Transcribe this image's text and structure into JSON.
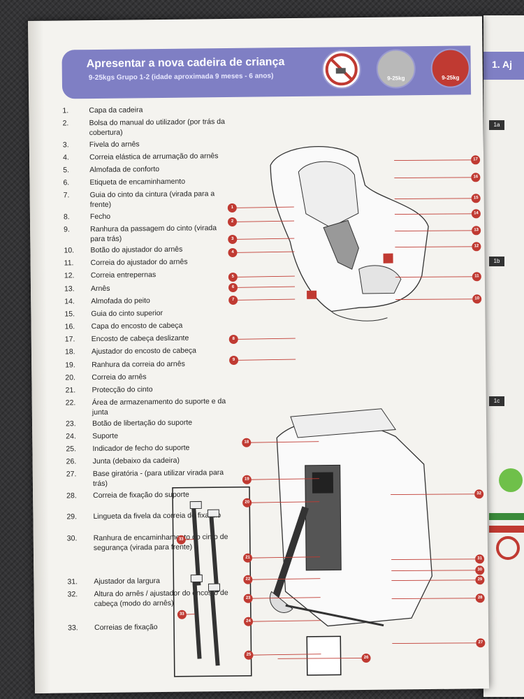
{
  "header": {
    "title": "Apresentar a nova cadeira de criança",
    "subtitle": "9-25kgs Grupo 1-2 (idade aproximada 9 meses - 6 anos)",
    "badges": [
      {
        "name": "no-airbag-icon",
        "label": ""
      },
      {
        "name": "forward-facing-car-icon",
        "label": "9-25kg"
      },
      {
        "name": "rear-facing-car-icon",
        "label": "9-25kg"
      }
    ]
  },
  "items": [
    {
      "num": "1.",
      "text": "Capa da cadeira"
    },
    {
      "num": "2.",
      "text": "Bolsa do manual do utilizador (por trás da cobertura)"
    },
    {
      "num": "3.",
      "text": "Fivela do arnês"
    },
    {
      "num": "4.",
      "text": "Correia elástica de arrumação do arnês"
    },
    {
      "num": "5.",
      "text": "Almofada de conforto"
    },
    {
      "num": "6.",
      "text": "Etiqueta de encaminhamento"
    },
    {
      "num": "7.",
      "text": "Guia do cinto da cintura (virada para a frente)"
    },
    {
      "num": "8.",
      "text": "Fecho"
    },
    {
      "num": "9.",
      "text": "Ranhura da passagem do cinto (virada para trás)"
    },
    {
      "num": "10.",
      "text": "Botão do ajustador do arnês"
    },
    {
      "num": "11.",
      "text": "Correia do ajustador do arnês"
    },
    {
      "num": "12.",
      "text": "Correia entrepernas"
    },
    {
      "num": "13.",
      "text": "Arnês"
    },
    {
      "num": "14.",
      "text": "Almofada do peito"
    },
    {
      "num": "15.",
      "text": "Guia do cinto superior"
    },
    {
      "num": "16.",
      "text": "Capa do encosto de cabeça"
    },
    {
      "num": "17.",
      "text": "Encosto de cabeça deslizante"
    },
    {
      "num": "18.",
      "text": "Ajustador do encosto de cabeça"
    },
    {
      "num": "19.",
      "text": "Ranhura da correia do arnês"
    },
    {
      "num": "20.",
      "text": "Correia do arnês"
    },
    {
      "num": "21.",
      "text": "Protecção do cinto"
    },
    {
      "num": "22.",
      "text": "Área de armazenamento do suporte e da junta"
    },
    {
      "num": "23.",
      "text": "Botão de libertação do suporte"
    },
    {
      "num": "24.",
      "text": "Suporte"
    },
    {
      "num": "25.",
      "text": "Indicador de fecho do suporte"
    },
    {
      "num": "26.",
      "text": "Junta (debaixo da cadeira)"
    },
    {
      "num": "27.",
      "text": "Base giratória - (para utilizar virada para trás)"
    },
    {
      "num": "28.",
      "text": "Correia de fixação do suporte"
    },
    {
      "num": "29.",
      "text": "Lingueta da fivela da correia de fixação"
    },
    {
      "num": "30.",
      "text": "Ranhura de encaminhamento do cinto de segurança (virada para frente)"
    },
    {
      "num": "31.",
      "text": "Ajustador da largura"
    },
    {
      "num": "32.",
      "text": "Altura do arnês / ajustador do encosto de cabeça (modo do arnês)"
    },
    {
      "num": "33.",
      "text": "Correias de fixação"
    }
  ],
  "callouts_top": [
    "1",
    "2",
    "3",
    "4",
    "5",
    "6",
    "7",
    "8",
    "9",
    "10",
    "11",
    "12",
    "13",
    "14",
    "15",
    "16",
    "17"
  ],
  "callouts_bottom": [
    "18",
    "19",
    "20",
    "21",
    "22",
    "23",
    "24",
    "25",
    "26",
    "27",
    "28",
    "29",
    "30",
    "31",
    "32",
    "33",
    "33"
  ],
  "right_page": {
    "title": "1. Aj",
    "tabs": [
      "1a",
      "1b",
      "1c"
    ]
  },
  "colors": {
    "banner": "#7f7fc4",
    "callout": "#c03a32"
  }
}
